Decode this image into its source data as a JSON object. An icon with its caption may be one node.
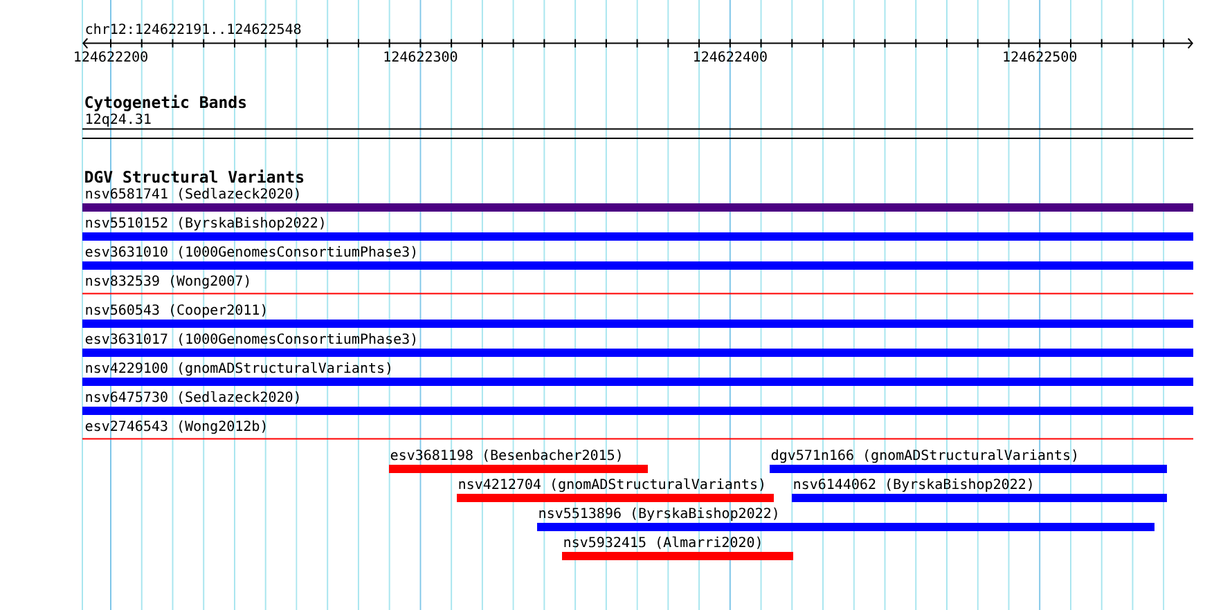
{
  "diagram": {
    "nodes": [
      {
        "text": [
          "12q24.31"
        ]
      },
      {
        "text": [
          "nsv6581741 (Sedlazeck2020)"
        ]
      },
      {
        "text": [
          "nsv5510152 (ByrskaBishop2022)"
        ]
      },
      {
        "text": [
          "esv3631010 (1000GenomesConsortiumPhase3)"
        ]
      },
      {
        "text": [
          "nsv832539 (Wong2007)"
        ]
      },
      {
        "text": [
          "nsv560543 (Cooper2011)"
        ]
      },
      {
        "text": [
          "esv3631017 (1000GenomesConsortiumPhase3)"
        ]
      },
      {
        "text": [
          "nsv4229100 (gnomADStructuralVariants)"
        ]
      },
      {
        "text": [
          "nsv6475730 (Sedlazeck2020)"
        ]
      },
      {
        "text": [
          "esv2746543 (Wong2012b)"
        ]
      },
      {
        "text": [
          "esv3681198 (Besenbacher2015)"
        ]
      },
      {
        "text": [
          "dgv571n166 (gnomADStructuralVariants)"
        ]
      },
      {
        "text": [
          "nsv4212704 (gnomADStructuralVariants)"
        ]
      },
      {
        "text": [
          "nsv6144062 (ByrskaBishop2022)"
        ]
      },
      {
        "text": [
          "nsv5513896 (ByrskaBishop2022)"
        ]
      },
      {
        "text": [
          "nsv5932415 (Almarri2020)"
        ]
      }
    ],
    "labels": [
      "chr12:124622191..124622548",
      "124622200",
      "124622300",
      "124622400",
      "124622500",
      "Cytogenetic Bands",
      "DGV Structural Variants"
    ]
  }
}
